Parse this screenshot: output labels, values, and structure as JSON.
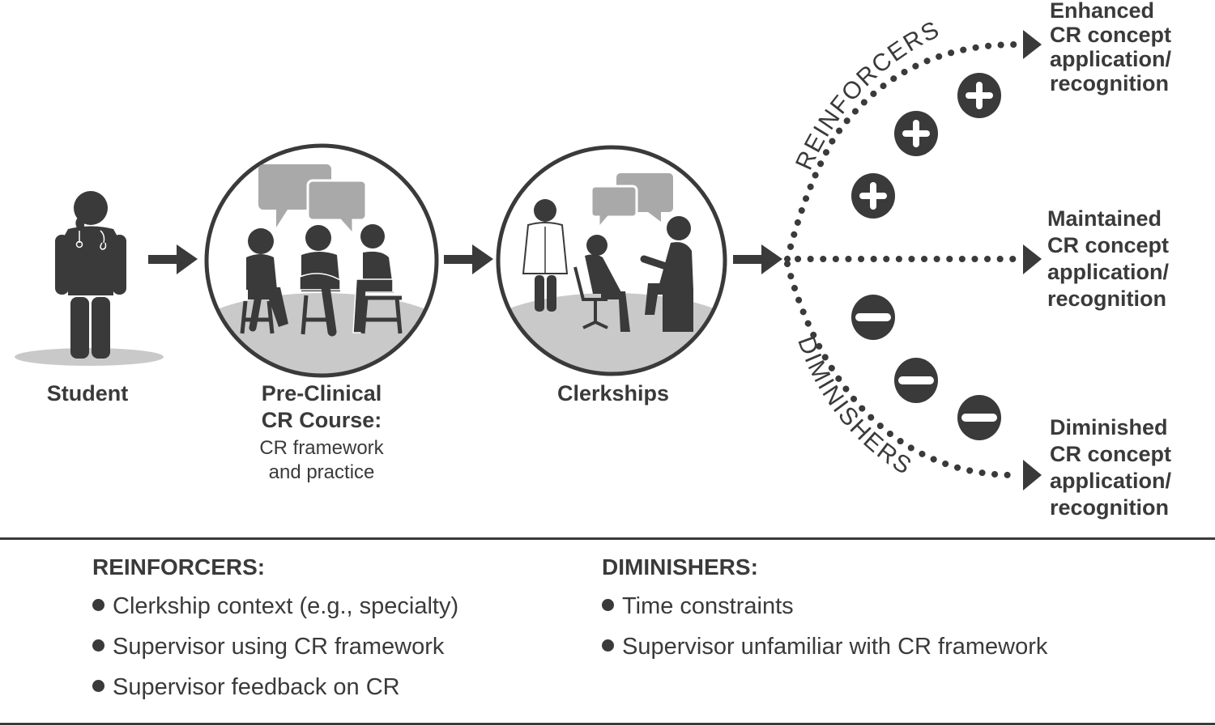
{
  "colors": {
    "ink": "#3a3a3a",
    "speech_bubble": "#a9a9a9",
    "floor": "#c9c9c9"
  },
  "stages": [
    {
      "id": "student",
      "title": "Student",
      "subtitle": []
    },
    {
      "id": "preclinical",
      "title_lines": [
        "Pre-Clinical",
        "CR Course:"
      ],
      "subtitle": [
        "CR framework",
        "and practice"
      ]
    },
    {
      "id": "clerkships",
      "title": "Clerkships",
      "subtitle": []
    }
  ],
  "paths": {
    "reinforcers_label": "REINFORCERS",
    "diminishers_label": "DIMINISHERS",
    "reinforcer_symbol": "plus",
    "diminisher_symbol": "minus",
    "reinforcer_count": 3,
    "diminisher_count": 3
  },
  "outcomes": [
    {
      "id": "enhanced",
      "lines": [
        "Enhanced",
        "CR concept",
        "application/",
        "recognition"
      ]
    },
    {
      "id": "maintained",
      "lines": [
        "Maintained",
        "CR concept",
        "application/",
        "recognition"
      ]
    },
    {
      "id": "diminished",
      "lines": [
        "Diminished",
        "CR concept",
        "application/",
        "recognition"
      ]
    }
  ],
  "legend": {
    "reinforcers": {
      "title": "REINFORCERS:",
      "items": [
        "Clerkship context (e.g., specialty)",
        "Supervisor using CR framework",
        "Supervisor feedback on CR"
      ]
    },
    "diminishers": {
      "title": "DIMINISHERS:",
      "items": [
        "Time constraints",
        "Supervisor unfamiliar with CR framework"
      ]
    }
  }
}
